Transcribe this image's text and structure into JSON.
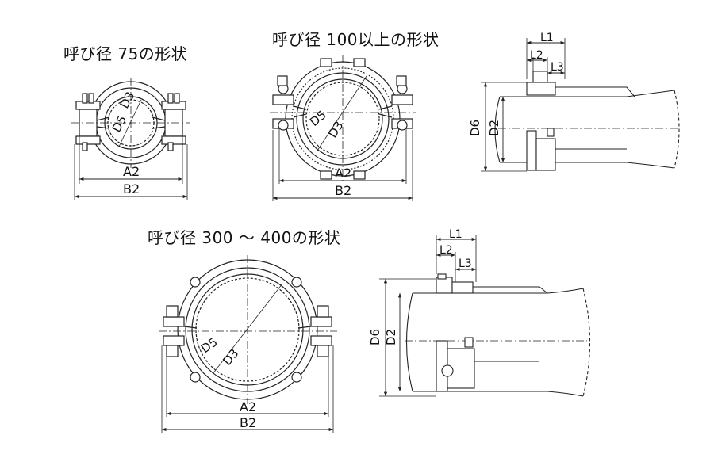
{
  "titles": {
    "nominal_75": "呼び径 75の形状",
    "nominal_100_up": "呼び径 100以上の形状",
    "nominal_300_400": "呼び径 300 〜 400の形状"
  },
  "labels": {
    "A2": "A2",
    "B2": "B2",
    "D2": "D2",
    "D3": "D3",
    "D5": "D5",
    "D6": "D6",
    "L1": "L1",
    "L2": "L2",
    "L3": "L3"
  }
}
